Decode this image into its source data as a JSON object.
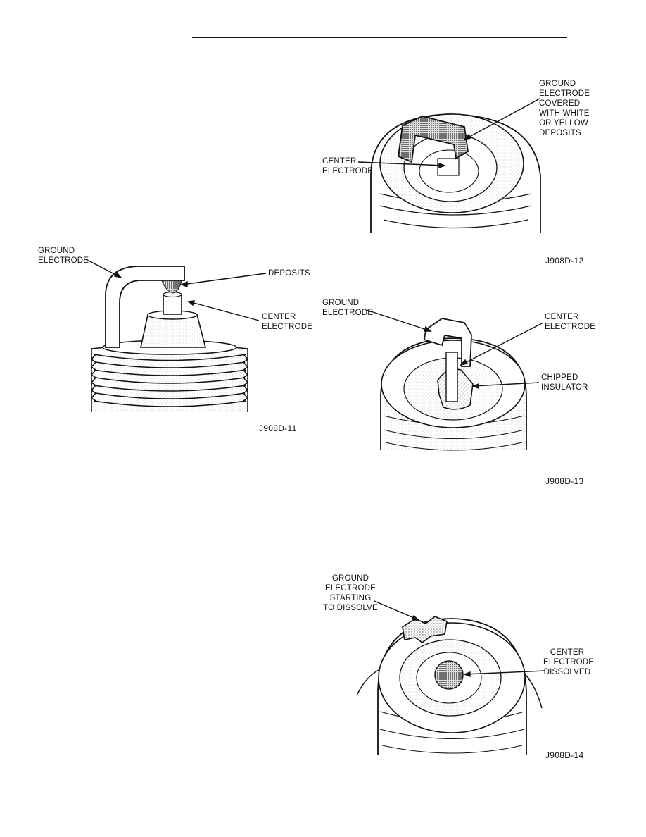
{
  "figures": [
    {
      "id": "J908D-11",
      "labels": {
        "ground": "GROUND\nELECTRODE",
        "deposits": "DEPOSITS",
        "center": "CENTER\nELECTRODE"
      }
    },
    {
      "id": "J908D-12",
      "labels": {
        "ground": "GROUND\nELECTRODE\nCOVERED\nWITH WHITE\nOR YELLOW\nDEPOSITS",
        "center": "CENTER\nELECTRODE"
      }
    },
    {
      "id": "J908D-13",
      "labels": {
        "ground": "GROUND\nELECTRODE",
        "center": "CENTER\nELECTRODE",
        "insulator": "CHIPPED\nINSULATOR"
      }
    },
    {
      "id": "J908D-14",
      "labels": {
        "ground": "GROUND\nELECTRODE\nSTARTING\nTO DISSOLVE",
        "center": "CENTER\nELECTRODE\nDISSOLVED"
      }
    }
  ]
}
